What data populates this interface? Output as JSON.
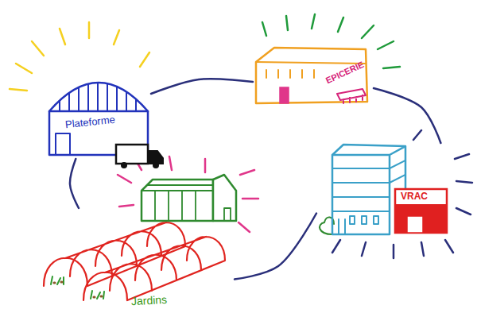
{
  "diagram": {
    "nodes": [
      {
        "text": [
          "Plateforme"
        ]
      },
      {
        "text": [
          "EPICERIE"
        ]
      },
      {
        "text": [
          "VRAC"
        ]
      },
      {
        "text": [
          "Jardins"
        ]
      }
    ],
    "edges": [
      {
        "from": 0,
        "to": 1,
        "arrow": "none"
      },
      {
        "from": 1,
        "to": 2,
        "arrow": "none"
      },
      {
        "from": 0,
        "to": 3,
        "arrow": "none"
      },
      {
        "from": 3,
        "to": 2,
        "arrow": "none"
      }
    ]
  }
}
